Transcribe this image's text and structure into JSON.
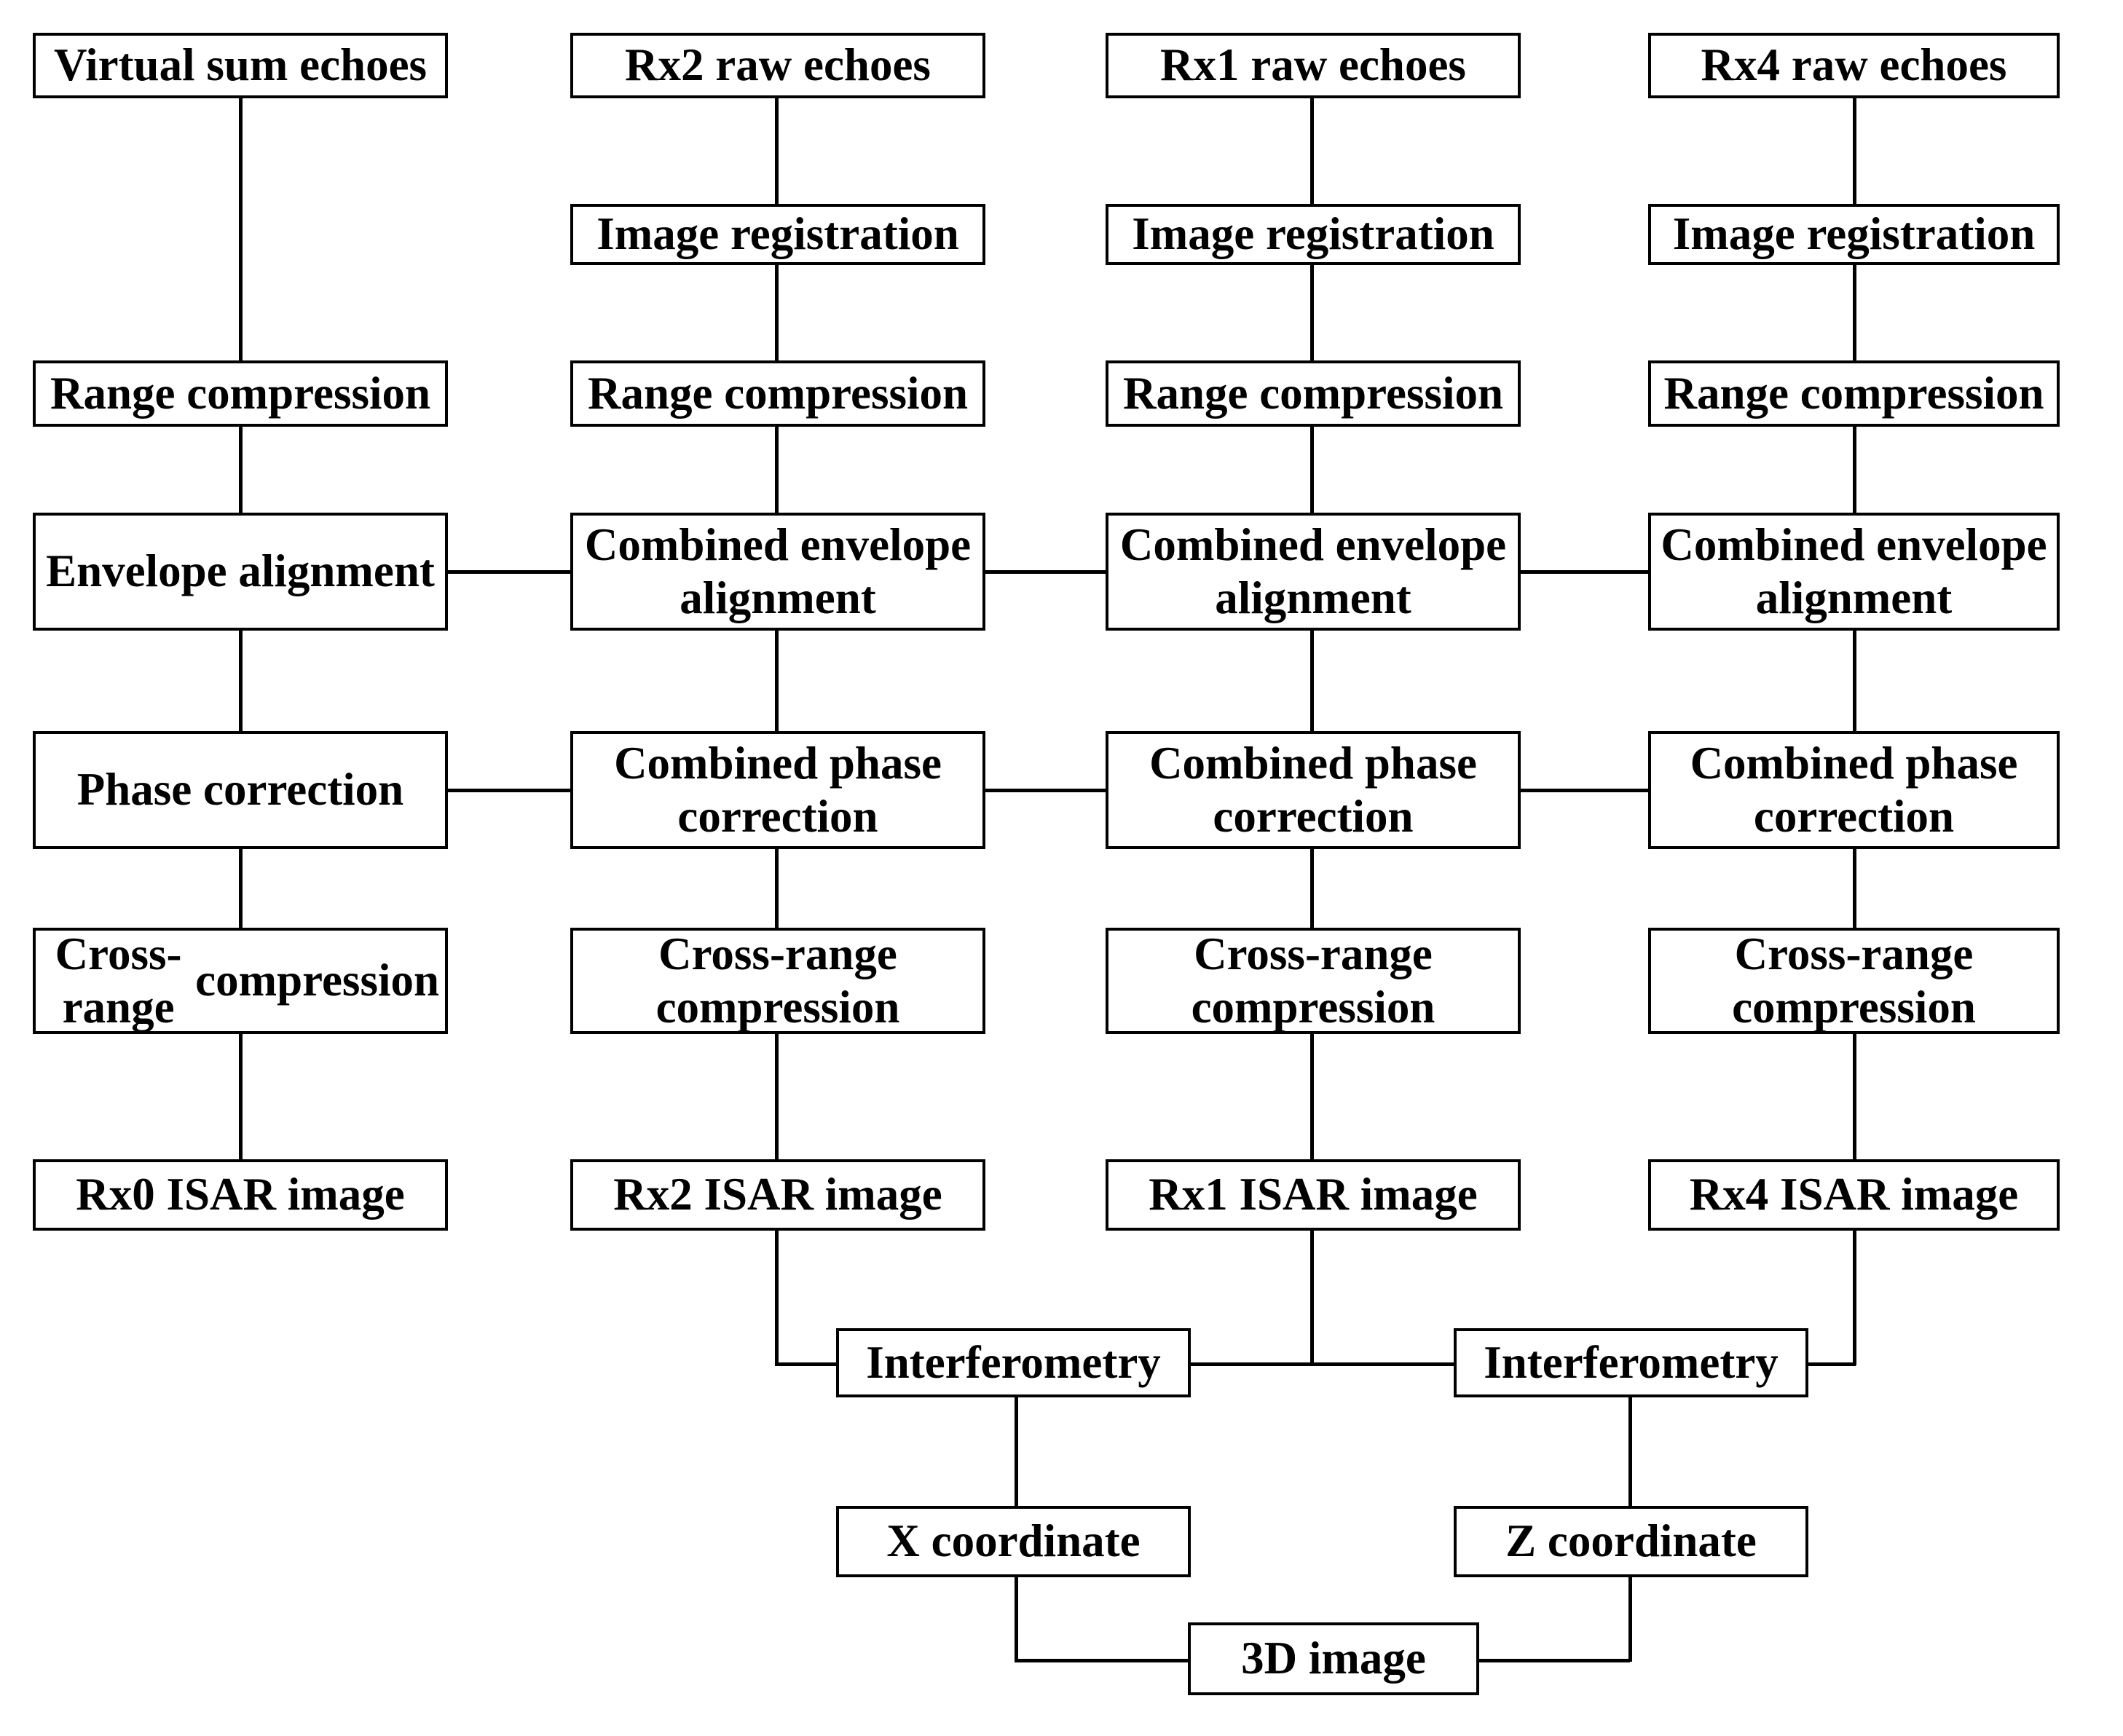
{
  "diagram": {
    "title": "Multi-channel ISAR 3D imaging processing flowchart",
    "type": "flowchart",
    "colors": {
      "line": "#000000",
      "box_fill": "#ffffff",
      "text": "#000000"
    },
    "columns": [
      {
        "id": "col0",
        "name": "virtual-sum-channel"
      },
      {
        "id": "col2",
        "name": "rx2-channel"
      },
      {
        "id": "col1",
        "name": "rx1-channel"
      },
      {
        "id": "col4",
        "name": "rx4-channel"
      }
    ],
    "nodes": {
      "c0_r1": "Virtual sum echoes",
      "c0_r3": "Range compression",
      "c0_r4": "Envelope alignment",
      "c0_r5": "Phase correction",
      "c0_r6_l1": "Cross-range",
      "c0_r6_l2": "compression",
      "c0_r7": "Rx0 ISAR image",
      "c1_r1": "Rx2 raw echoes",
      "c1_r2": "Image registration",
      "c1_r3": "Range compression",
      "c1_r4_l1": "Combined envelope",
      "c1_r4_l2": "alignment",
      "c1_r5_l1": "Combined phase",
      "c1_r5_l2": "correction",
      "c1_r6_l1": "Cross-range",
      "c1_r6_l2": "compression",
      "c1_r7": "Rx2 ISAR image",
      "c2_r1": "Rx1 raw echoes",
      "c2_r2": "Image registration",
      "c2_r3": "Range compression",
      "c2_r4_l1": "Combined envelope",
      "c2_r4_l2": "alignment",
      "c2_r5_l1": "Combined phase",
      "c2_r5_l2": "correction",
      "c2_r6_l1": "Cross-range",
      "c2_r6_l2": "compression",
      "c2_r7": "Rx1 ISAR image",
      "c3_r1": "Rx4 raw echoes",
      "c3_r2": "Image registration",
      "c3_r3": "Range compression",
      "c3_r4_l1": "Combined envelope",
      "c3_r4_l2": "alignment",
      "c3_r5_l1": "Combined phase",
      "c3_r5_l2": "correction",
      "c3_r6_l1": "Cross-range",
      "c3_r6_l2": "compression",
      "c3_r7": "Rx4 ISAR image",
      "interf_left": "Interferometry",
      "interf_right": "Interferometry",
      "x_coord": "X coordinate",
      "z_coord": "Z coordinate",
      "image_3d": "3D image"
    }
  }
}
